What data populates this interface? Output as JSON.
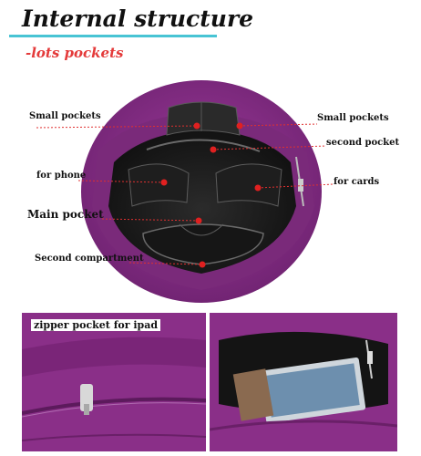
{
  "header": {
    "title": "Internal structure",
    "subtitle": "-lots pockets"
  },
  "callouts": {
    "small_pockets_left": "Small pockets",
    "small_pockets_right": "Small pockets",
    "second_pocket": "second  pocket",
    "for_phone": "for phone",
    "for_cards": "for cards",
    "main_pocket": "Main pocket",
    "second_compartment": "Second compartment"
  },
  "bottom_left": {
    "label": "zipper pocket for ipad"
  },
  "colors": {
    "title_underline": "#48c4d4",
    "subtitle": "#e43a3a",
    "bag_purple": "#8a2f88",
    "callout_line": "#e03030"
  }
}
